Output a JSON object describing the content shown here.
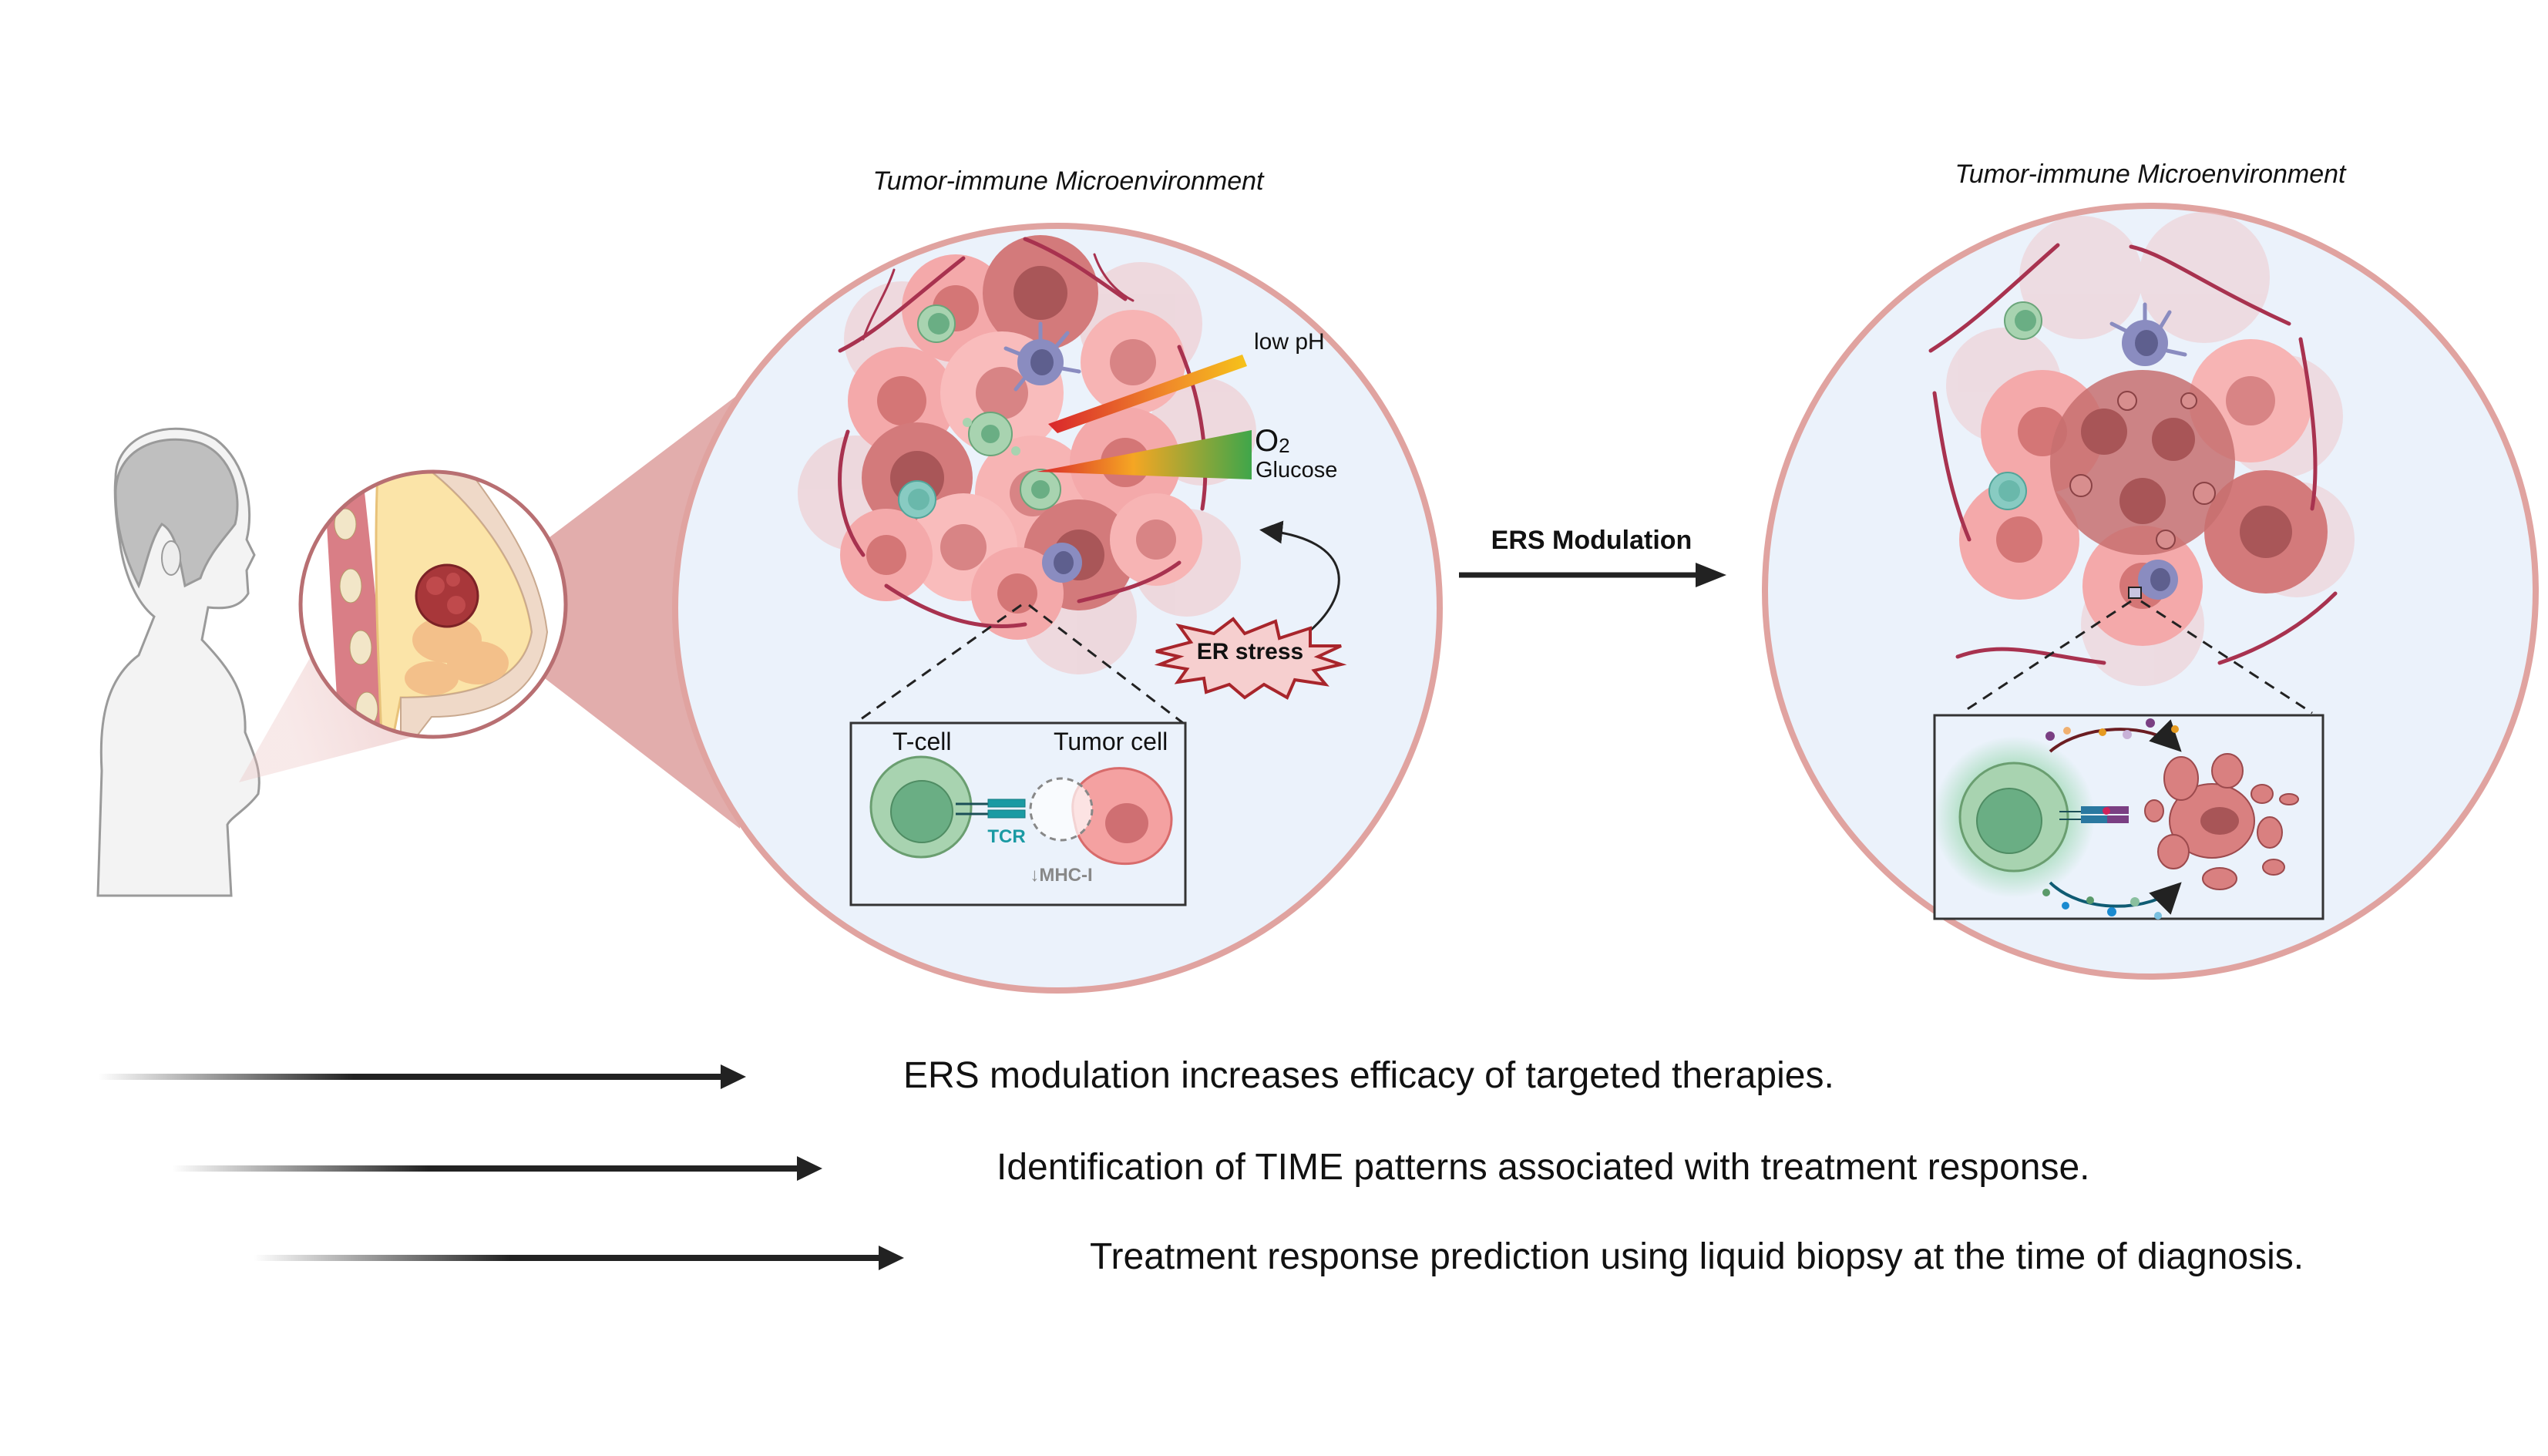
{
  "figure": {
    "left_panel": {
      "title": "Tumor-immune Microenvironment",
      "annotations": {
        "low_ph": "low pH",
        "o2": "O",
        "o2_subscript": "2",
        "glucose": "Glucose",
        "er_stress": "ER stress"
      },
      "inset": {
        "t_cell_label": "T-cell",
        "tumor_cell_label": "Tumor cell",
        "tcr_label": "TCR",
        "mhc_label": "↓MHC-I"
      }
    },
    "transition": {
      "label": "ERS Modulation"
    },
    "right_panel": {
      "title": "Tumor-immune Microenvironment"
    },
    "outcomes": [
      {
        "text": "ERS modulation increases  efficacy of targeted therapies."
      },
      {
        "text": "Identification of TIME patterns associated with treatment response."
      },
      {
        "text": "Treatment response prediction using liquid biopsy at the time of diagnosis."
      }
    ],
    "colors": {
      "circle_border": "#e0a3a0",
      "circle_fill": "#ebf2fb",
      "tumor_light": "#f6b3b3",
      "tumor_mid": "#e48c8c",
      "tumor_dark": "#b05a5c",
      "vessel": "#a8324f",
      "t_cell_green": "#a8d3b0",
      "t_cell_nucleus": "#6aae84",
      "dendritic_purple": "#8a8cc0",
      "tcr_teal": "#1a9aa3",
      "arrow_dark": "#222222"
    }
  }
}
